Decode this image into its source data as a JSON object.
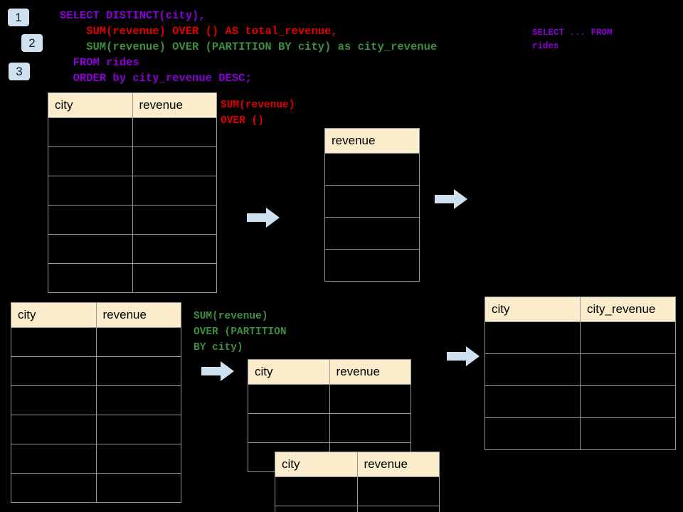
{
  "steps": [
    {
      "label": "1"
    },
    {
      "label": "2"
    },
    {
      "label": "3"
    }
  ],
  "sql": {
    "line1": "SELECT DISTINCT(city),",
    "line2": "    SUM(revenue) OVER () AS total_revenue,",
    "line3": "    SUM(revenue) OVER (PARTITION BY city) as city_revenue",
    "line4": "  FROM rides",
    "line5": "  ORDER by city_revenue DESC;"
  },
  "side_note": {
    "line1": "SELECT ... FROM",
    "line2": "rides"
  },
  "annotations": {
    "total_revenue": {
      "line1": "SUM(revenue)",
      "line2": "OVER ()"
    },
    "city_revenue": {
      "line1": "SUM(revenue)",
      "line2": "OVER (PARTITION",
      "line3": "BY city)"
    }
  },
  "tables": {
    "rides_source_top": {
      "headers": [
        "city",
        "revenue"
      ],
      "row_count": 6
    },
    "total_revenue_result": {
      "headers": [
        "revenue"
      ],
      "row_count": 4
    },
    "rides_source_bottom": {
      "headers": [
        "city",
        "revenue"
      ],
      "row_count": 6
    },
    "partition_group_a": {
      "headers": [
        "city",
        "revenue"
      ],
      "row_count": 3
    },
    "partition_group_b": {
      "headers": [
        "city",
        "revenue"
      ],
      "row_count": 2
    },
    "final_result": {
      "headers": [
        "city",
        "city_revenue"
      ],
      "row_count": 4
    }
  },
  "colors": {
    "background": "#000000",
    "badge_bg": "#cfe0f0",
    "header_bg": "#fbeccb",
    "grid_line": "#9a9a9a",
    "arrow_fill": "#cfe0f0",
    "sql_keyword": "#8a00d4",
    "sql_total_revenue": "#e00000",
    "sql_city_revenue": "#3e8e41"
  },
  "arrows": [
    {
      "name": "arrow-top-left"
    },
    {
      "name": "arrow-top-right"
    },
    {
      "name": "arrow-bottom-left"
    },
    {
      "name": "arrow-bottom-right"
    }
  ]
}
